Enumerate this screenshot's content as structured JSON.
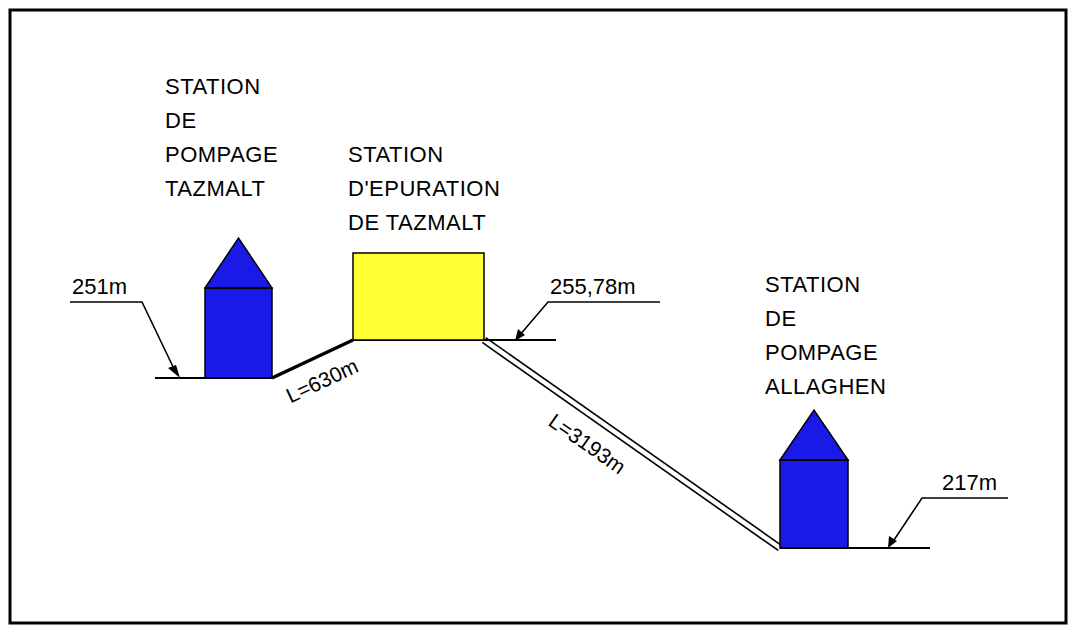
{
  "diagram": {
    "nodes": [
      {
        "text": [
          "STATION DE POMPAGE TAZMALT"
        ]
      },
      {
        "text": [
          "STATION D'EPURATION DE TAZMALT"
        ]
      },
      {
        "text": [
          "STATION DE POMPAGE ALLAGHEN"
        ]
      }
    ],
    "edges": [
      {
        "from": 0,
        "to": 1,
        "arrow": "none",
        "label": "L=630m"
      },
      {
        "from": 1,
        "to": 2,
        "arrow": "none",
        "label": "L=3193m"
      }
    ],
    "labels": [
      "251m",
      "255,78m",
      "217m"
    ]
  }
}
